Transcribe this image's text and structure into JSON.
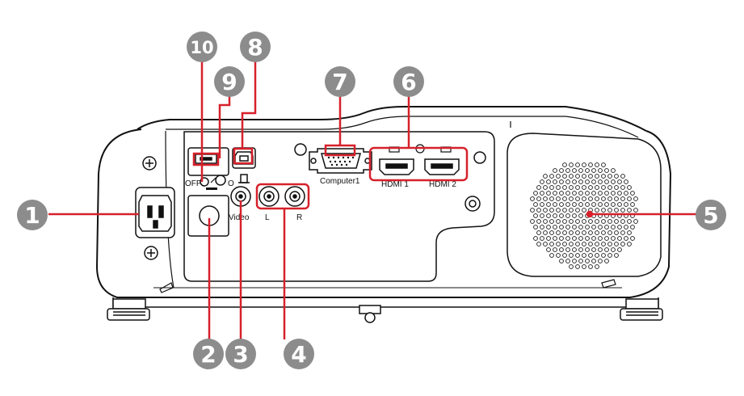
{
  "diagram": {
    "accent_color": "#d6212b",
    "callout_color": "#8c8c8c",
    "port_labels": {
      "video": "Video",
      "audio_l": "L",
      "audio_r": "R",
      "computer": "Computer1",
      "hdmi1": "HDMI 1",
      "hdmi2": "HDMI 2",
      "off": "OFF",
      "on": "O"
    },
    "callouts": {
      "c1": "1",
      "c2": "2",
      "c3": "3",
      "c4": "4",
      "c5": "5",
      "c6": "6",
      "c7": "7",
      "c8": "8",
      "c9": "9",
      "c10": "10"
    }
  }
}
